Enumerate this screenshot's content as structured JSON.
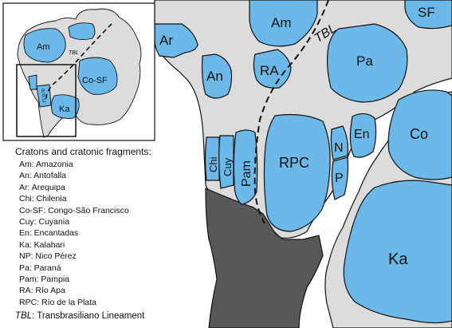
{
  "colors": {
    "craton": "#6cb9e9",
    "mobile_belt": "#dcdcdc",
    "basement_dark": "#585858",
    "outline": "#111111",
    "background": "#ffffff"
  },
  "inset_map": {
    "labels": {
      "am": "Am",
      "co_sf": "Co-SF",
      "ka": "Ka",
      "tbl": "TBL",
      "r": "R",
      "p": "P",
      "c": "C"
    }
  },
  "main_map": {
    "labels": {
      "ar": "Ar",
      "an": "An",
      "am": "Am",
      "ra": "RA",
      "tbl": "TBL",
      "sf": "SF",
      "pa": "Pa",
      "chi": "Chi",
      "cuy": "Cuy",
      "pam": "Pam",
      "rpc": "RPC",
      "n": "N",
      "p": "P",
      "en": "En",
      "co": "Co",
      "ka": "Ka"
    }
  },
  "legend": {
    "title": "Cratons and cratonic fragments:",
    "items": [
      "Am: Amazonia",
      "An: Antofalla",
      "Ar: Arequipa",
      "Chi: Chilenia",
      "Co-SF: Congo-São Francisco",
      "Cuy: Cuyania",
      "En: Encantadas",
      "Ka: Kalahari",
      "NP: Nico Pérez",
      "Pa: Paraná",
      "Pam: Pampia",
      "RA: Río Apa",
      "RPC: Río de la Plata"
    ],
    "note_abbr": "TBL",
    "note_text": ": Transbrasiliano Lineament"
  }
}
